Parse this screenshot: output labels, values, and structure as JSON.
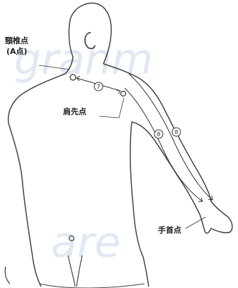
{
  "labels": {
    "neck_point_line1": "頸椎点",
    "neck_point_line2": "(A点)",
    "shoulder_point": "肩先点",
    "wrist_point": "手首点"
  },
  "measure_numbers": {
    "shoulder_width": "7",
    "arm_length_a": "8",
    "arm_length_b": "8"
  },
  "watermark": {
    "line1": "granm",
    "line2": "are"
  },
  "colors": {
    "outline": "#444444",
    "watermark": "#dfe8f3",
    "text": "#222222",
    "background": "#ffffff"
  }
}
